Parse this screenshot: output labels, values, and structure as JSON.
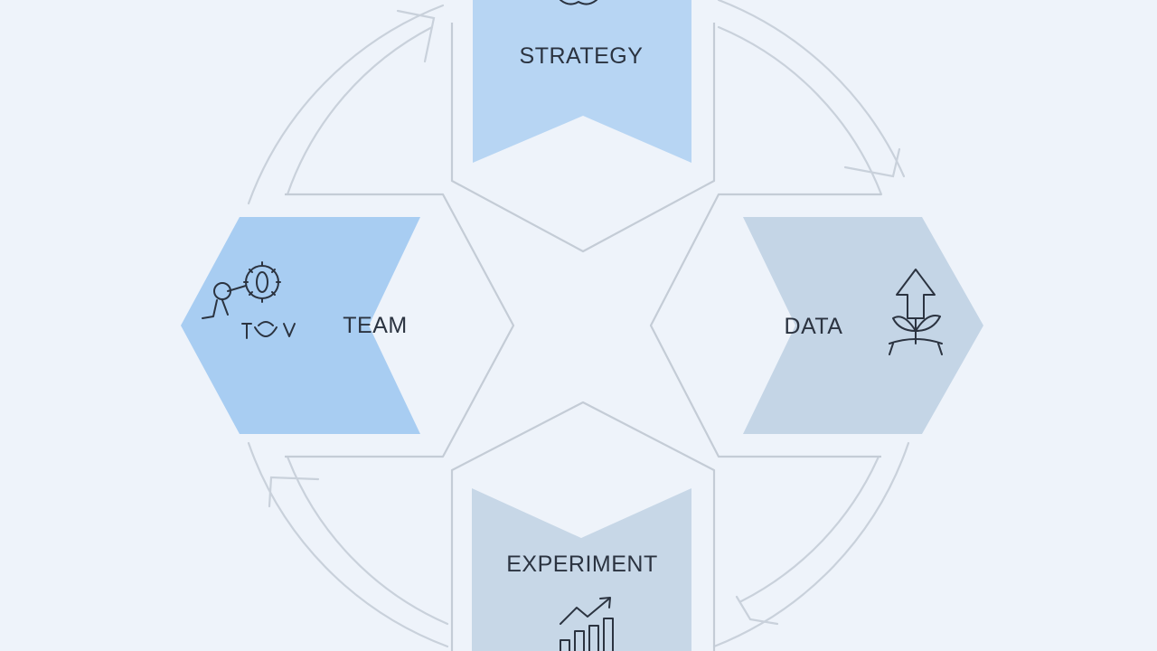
{
  "diagram": {
    "colors": {
      "background": "#eef3fa",
      "strategy_fill": "#b7d5f3",
      "team_fill": "#a8cdf2",
      "data_fill": "#c4d5e6",
      "experiment_fill": "#c7d7e7",
      "outline": "#c4ccd6",
      "text": "#2b3340"
    },
    "nodes": [
      {
        "id": "strategy",
        "label": "STRATEGY",
        "icon": "gears-icon"
      },
      {
        "id": "data",
        "label": "DATA",
        "icon": "growth-plant-icon"
      },
      {
        "id": "experiment",
        "label": "EXPERIMENT",
        "icon": "bar-chart-trend-icon"
      },
      {
        "id": "team",
        "label": "TEAM",
        "icon": "team-gears-icon"
      }
    ],
    "cycle_direction": "clockwise"
  }
}
